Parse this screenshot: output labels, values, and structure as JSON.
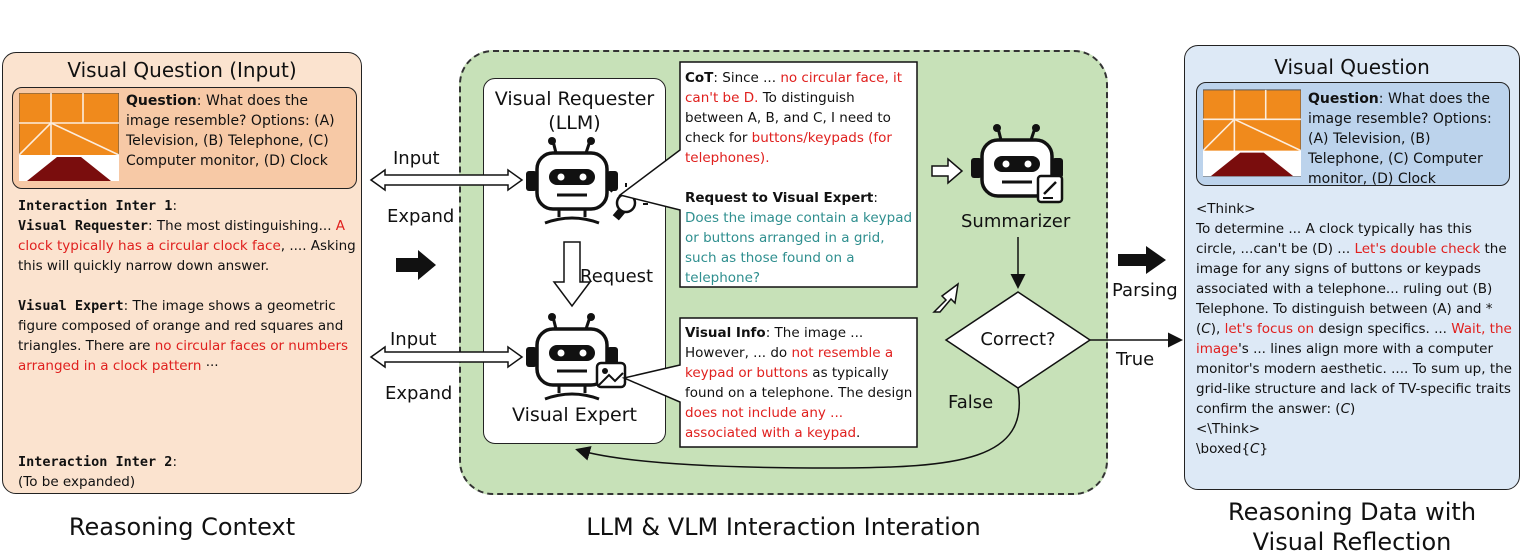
{
  "left_panel": {
    "title": "Visual Question (Input)",
    "question_label": "Question",
    "question_text": ": What does the image resemble? Options: (A) Television, (B) Telephone, (C) Computer monitor, (D) Clock",
    "inter1_label": "Interaction Inter 1",
    "inter1_colon": ":",
    "requester_label": "Visual Requester",
    "requester_text_a": ": The most distinguishing... ",
    "requester_red": "A clock typically has a circular clock face",
    "requester_text_b": ", .... Asking this will quickly narrow down answer.",
    "expert_label": "Visual Expert",
    "expert_text_a": ": The image shows a geometric figure composed of orange and red squares and triangles. There are ",
    "expert_red": "no circular faces or numbers arranged in a clock pattern",
    "expert_text_b": " ···",
    "inter2_label": "Interaction Inter 2",
    "inter2_colon": ":",
    "inter2_text": "(To be expanded)",
    "caption": "Reasoning Context"
  },
  "middle_panel": {
    "requester_title_1": "Visual Requester",
    "requester_title_2": "(LLM)",
    "expert_title": "Visual Expert",
    "request_label": "Request",
    "summarizer_label": "Summarizer",
    "decision_label": "Correct?",
    "true_label": "True",
    "false_label": "False",
    "caption": "LLM & VLM Interaction Interation",
    "cot": {
      "label": "CoT",
      "text_a": ": Since ... ",
      "red_a": "no circular face, it can't be D.",
      "text_b": " To distinguish between A, B, and C, I need to check for ",
      "red_b": "buttons/keypads (for telephones).",
      "request_label": "Request to Visual Expert",
      "request_colon": ":",
      "request_text": "Does the image contain a keypad or buttons arranged in a grid, such as those found on a telephone?"
    },
    "visual_info": {
      "label": "Visual Info",
      "text_a": ": The image ... However, ... do ",
      "red_a": "not resemble a keypad or buttons",
      "text_b": " as typically found on a telephone. The design ",
      "red_b": "does not include any ... associated with a keypad",
      "text_c": "."
    }
  },
  "connectors": {
    "input_top": "Input",
    "expand_top": "Expand",
    "input_bottom": "Input",
    "expand_bottom": "Expand",
    "parsing": "Parsing"
  },
  "right_panel": {
    "title": "Visual Question",
    "question_label": "Question",
    "question_text": ": What does the image resemble? Options: (A) Television, (B) Telephone, (C) Computer monitor, (D) Clock",
    "think_open": "<Think>",
    "body_a": "To determine ... A clock typically has this circle, ...can't be (D) ... ",
    "red_a": "Let's double check",
    "body_b": " the image for any signs of buttons or keypads associated with a telephone... ruling out (B) Telephone. To distinguish between (A) and *(",
    "italic_c1": "C",
    "body_c": "), ",
    "red_b": "let's focus on",
    "body_d": " design specifics. ... ",
    "red_c": "Wait, the image",
    "body_e": "'s ... lines align more with a computer monitor's modern aesthetic. .... To sum up, the grid-like structure and lack of TV-specific traits confirm the answer: (",
    "italic_c2": "C",
    "body_f": ")",
    "think_close": "<\\Think>",
    "boxed_a": "\\boxed{",
    "boxed_c": "C",
    "boxed_b": "}",
    "caption_1": "Reasoning Data with",
    "caption_2": "Visual Reflection"
  },
  "colors": {
    "left_bg": "#fbe3cf",
    "left_inner_bg": "#f7c9a6",
    "middle_bg": "#c7e1b8",
    "right_bg": "#dde9f6",
    "right_inner_bg": "#bcd3ec",
    "red_text": "#e0201e",
    "teal_text": "#2f8f8f",
    "tile_orange": "#f08a1c",
    "tile_dark": "#7a0d0d"
  }
}
